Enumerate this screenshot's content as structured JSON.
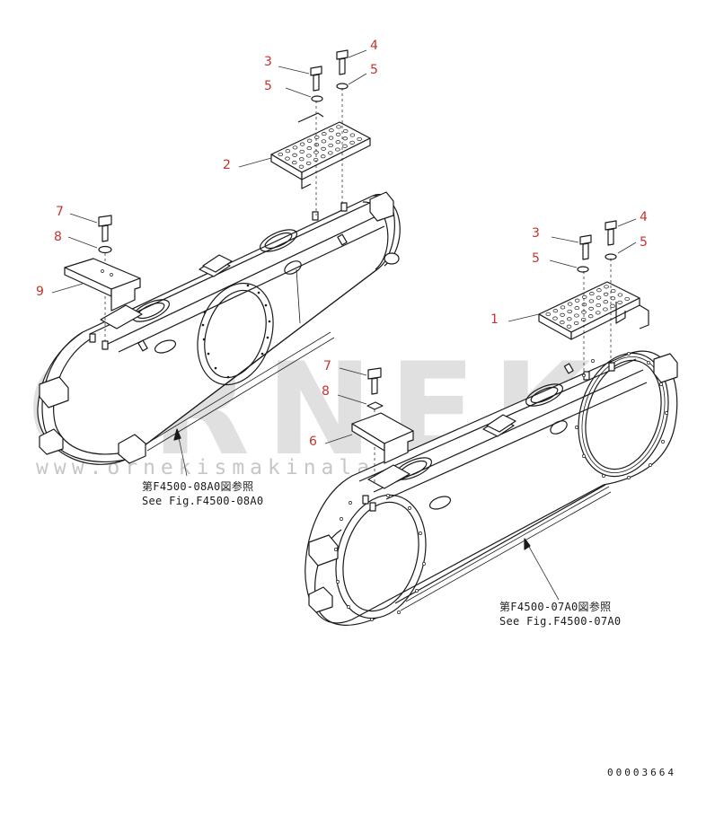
{
  "watermark": {
    "brand": "ORNEK",
    "url": "www.ornekismakinalari.com.tr"
  },
  "callouts": {
    "upper_left": [
      {
        "id": "ul-3",
        "label": "3"
      },
      {
        "id": "ul-4",
        "label": "4"
      },
      {
        "id": "ul-5a",
        "label": "5"
      },
      {
        "id": "ul-5b",
        "label": "5"
      },
      {
        "id": "ul-2",
        "label": "2"
      },
      {
        "id": "ul-7",
        "label": "7"
      },
      {
        "id": "ul-8",
        "label": "8"
      },
      {
        "id": "ul-9",
        "label": "9"
      }
    ],
    "lower_right": [
      {
        "id": "lr-3",
        "label": "3"
      },
      {
        "id": "lr-4",
        "label": "4"
      },
      {
        "id": "lr-5a",
        "label": "5"
      },
      {
        "id": "lr-5b",
        "label": "5"
      },
      {
        "id": "lr-1",
        "label": "1"
      },
      {
        "id": "lr-7",
        "label": "7"
      },
      {
        "id": "lr-8",
        "label": "8"
      },
      {
        "id": "lr-6",
        "label": "6"
      }
    ]
  },
  "references": {
    "left": {
      "jp": "第F4500-08A0図参照",
      "en": "See Fig.F4500-08A0"
    },
    "right": {
      "jp": "第F4500-07A0図参照",
      "en": "See Fig.F4500-07A0"
    }
  },
  "document_number": "00003664"
}
